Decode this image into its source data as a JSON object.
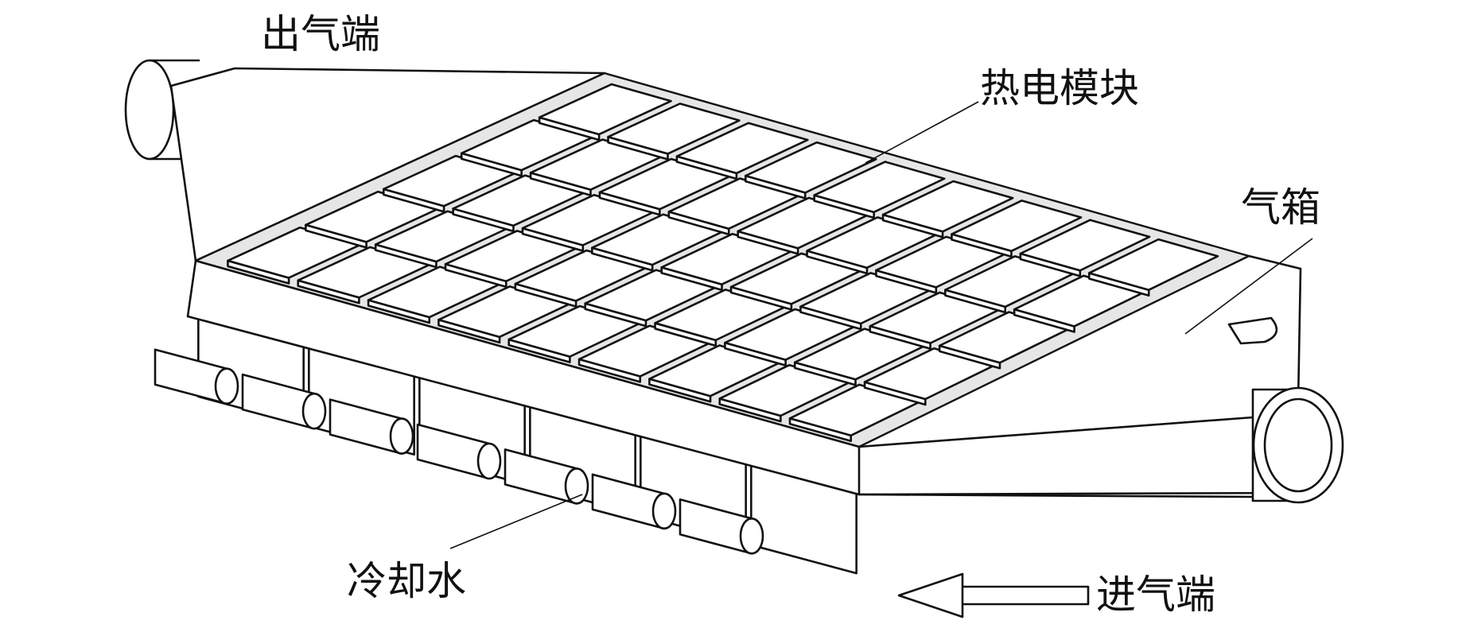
{
  "labels": {
    "outlet": "出气端",
    "thermoelectric_module": "热电模块",
    "gas_box": "气箱",
    "cooling_water": "冷却水",
    "inlet": "进气端"
  },
  "module_grid": {
    "rows": 5,
    "cols": 9
  },
  "cooling_pipe_count": 7,
  "colors": {
    "stroke": "#111111",
    "background": "#ffffff",
    "module_fill": "#ffffff",
    "shade": "#e6e6e6"
  }
}
